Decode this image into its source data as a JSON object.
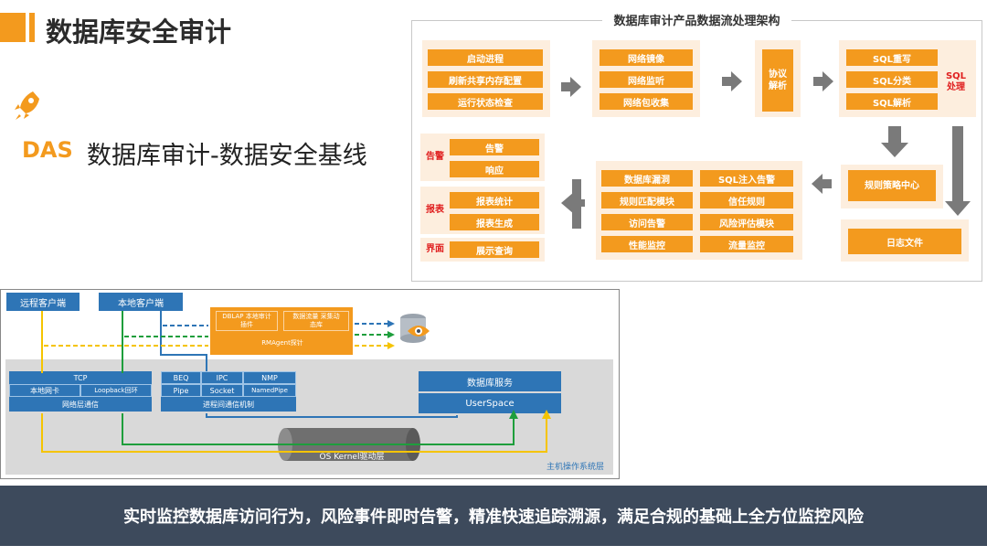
{
  "header": {
    "page_title": "数据库安全审计",
    "das": "DAS",
    "subtitle": "数据库审计-数据安全基线"
  },
  "flow": {
    "title": "数据库审计产品数据流处理架构",
    "start_group": [
      "启动进程",
      "刷新共享内存配置",
      "运行状态检查"
    ],
    "net_group": [
      "网络镜像",
      "网络监听",
      "网络包收集"
    ],
    "protocol": "协议解析",
    "sql_group": [
      "SQL重写",
      "SQL分类",
      "SQL解析"
    ],
    "sql_label": "SQL处理",
    "alarm_label": "告警",
    "alarm_items": [
      "告警",
      "响应"
    ],
    "report_label": "报表",
    "report_items": [
      "报表统计",
      "报表生成"
    ],
    "ui_label": "界面",
    "ui_items": [
      "展示查询"
    ],
    "modules_left": [
      "数据库漏洞",
      "规则匹配模块",
      "访问告警",
      "性能监控"
    ],
    "modules_right": [
      "SQL注入告警",
      "信任规则",
      "风险评估模块",
      "流量监控"
    ],
    "rule_center": "规则策略中心",
    "log_file": "日志文件"
  },
  "lower": {
    "remote_client": "远程客户端",
    "local_client": "本地客户端",
    "probe_top_left": "DBLAP 本地审计插件",
    "probe_top_right": "数据流量 采集动态库",
    "probe_bottom": "RMAgent探针",
    "tcp": "TCP",
    "nic": "本地网卡",
    "loopback": "Loopback回环",
    "net_comm": "网络层通信",
    "beq": "BEQ",
    "ipc": "IPC",
    "nmp": "NMP",
    "pipe": "Pipe",
    "socket": "Socket",
    "namedpipe": "NamedPipe",
    "ipc_mech": "进程间通信机制",
    "db_service": "数据库服务",
    "userspace": "UserSpace",
    "kernel": "OS Kernel驱动层",
    "host_layer": "主机操作系统层"
  },
  "banner": "实时监控数据库访问行为，风险事件即时告警，精准快速追踪溯源，满足合规的基础上全方位监控风险",
  "colors": {
    "accent": "#F39A1E",
    "blue": "#2e75b6",
    "banner": "#3d4a5c",
    "alert_red": "#e02020",
    "green": "#1e9e3c",
    "yellow": "#f5c400"
  },
  "icons": [
    "rocket-icon",
    "database-eye-icon",
    "gray-arrow-icon"
  ]
}
